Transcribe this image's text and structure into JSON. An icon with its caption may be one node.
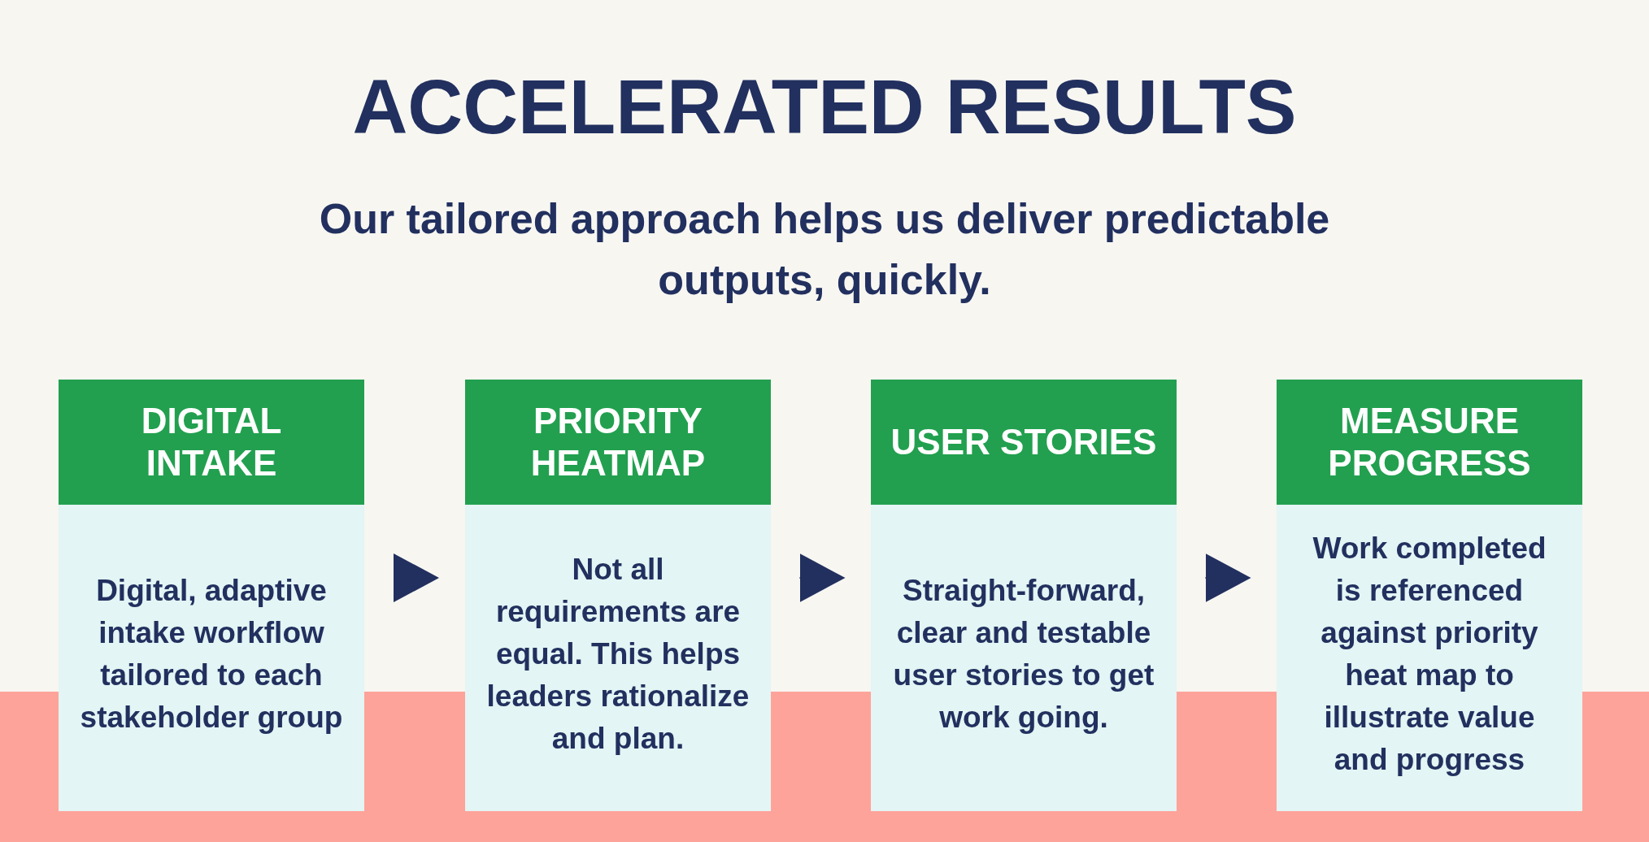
{
  "diagram": {
    "title": "ACCELERATED RESULTS",
    "caption": "Our tailored approach helps us deliver predictable outputs, quickly.",
    "nodes": [
      {
        "text": [
          "DIGITAL INTAKE",
          "Digital, adaptive intake workflow tailored to each stakeholder group"
        ]
      },
      {
        "text": [
          "PRIORITY HEATMAP",
          "Not all requirements are equal. This helps leaders rationalize and plan."
        ]
      },
      {
        "text": [
          "USER STORIES",
          "Straight-forward, clear and testable user stories to get work going."
        ]
      },
      {
        "text": [
          "MEASURE PROGRESS",
          "Work completed is referenced against priority heat map to illustrate value and progress"
        ]
      }
    ],
    "edges": [
      {
        "from": 0,
        "to": 1,
        "arrow": "to"
      },
      {
        "from": 1,
        "to": 2,
        "arrow": "to"
      },
      {
        "from": 2,
        "to": 3,
        "arrow": "to"
      }
    ]
  }
}
